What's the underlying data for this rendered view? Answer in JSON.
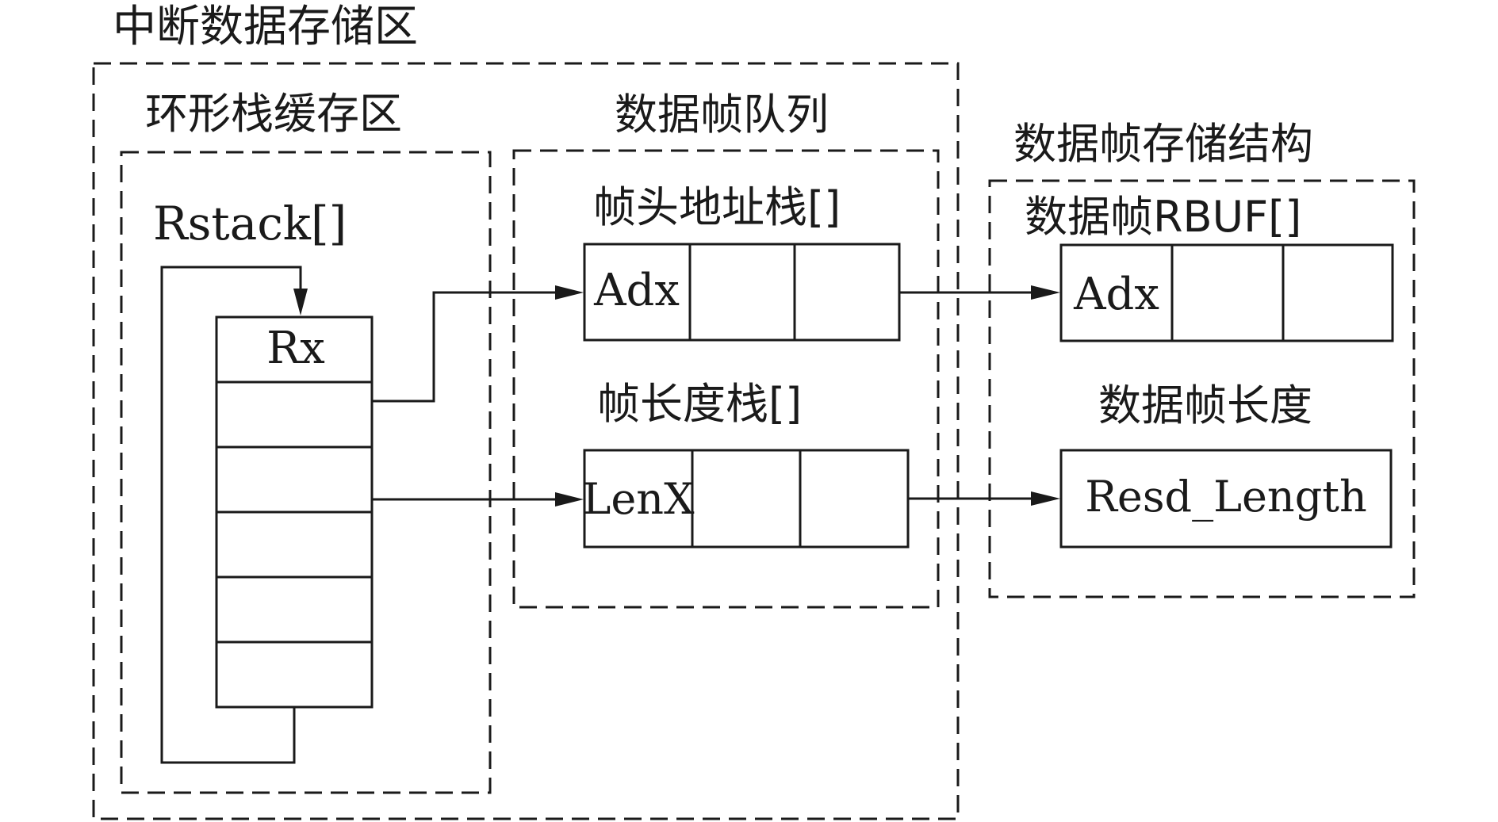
{
  "title": "中断数据存储区",
  "ring_buffer": {
    "label": "环形栈缓存区",
    "stack_name": "Rstack[]",
    "top_cell": "Rx"
  },
  "frame_queue": {
    "label": "数据帧队列",
    "head_stack_label": "帧头地址栈[]",
    "head_cell": "Adx",
    "length_stack_label": "帧长度栈[]",
    "length_cell": "LenX"
  },
  "frame_storage": {
    "label": "数据帧存储结构",
    "rbuf_label": "数据帧RBUF[]",
    "rbuf_cell": "Adx",
    "length_label": "数据帧长度",
    "length_value": "Resd_Length"
  }
}
